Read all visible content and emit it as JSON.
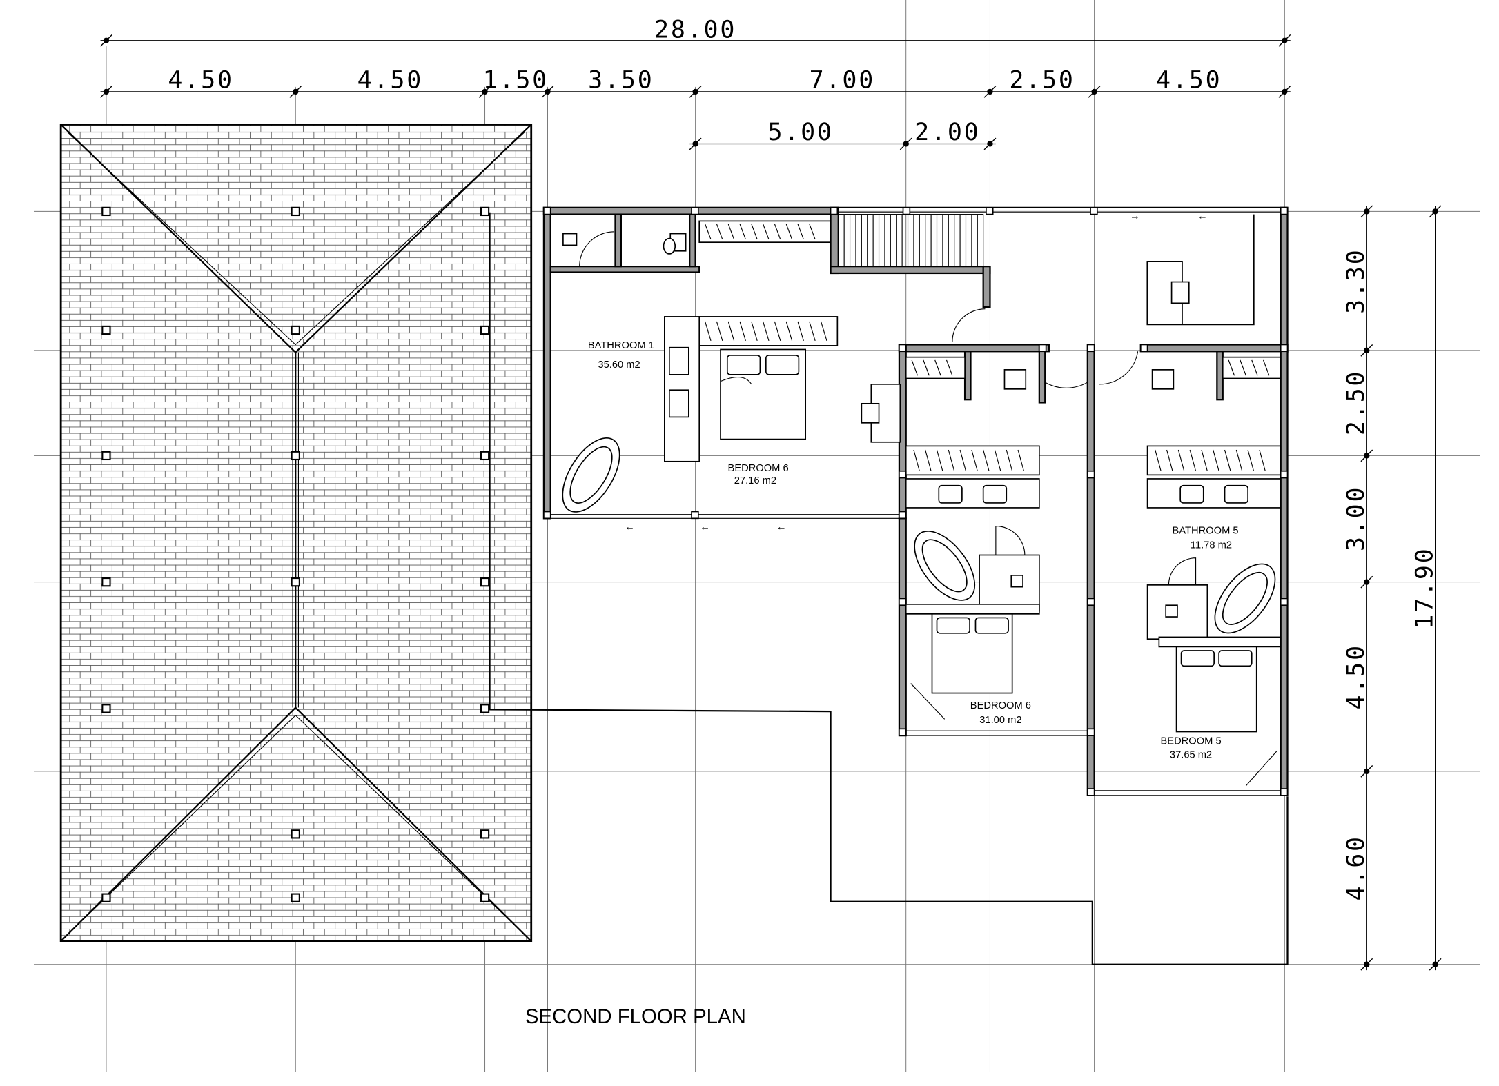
{
  "title": "SECOND FLOOR PLAN",
  "dimensions": {
    "overall_width": "28.00",
    "top_row": [
      "4.50",
      "4.50",
      "1.50",
      "3.50",
      "7.00",
      "2.50",
      "4.50"
    ],
    "sub_row": [
      "5.00",
      "2.00"
    ],
    "right_column": [
      "3.30",
      "2.50",
      "3.00",
      "4.50",
      "4.60"
    ],
    "overall_depth": "17.90"
  },
  "rooms": {
    "bathroom_1": {
      "name": "BATHROOM 1",
      "area": "35.60 m2"
    },
    "bedroom_6_master": {
      "name": "BEDROOM 6",
      "area": "27.16 m2"
    },
    "bedroom_6_center": {
      "name": "BEDROOM 6",
      "area": "31.00 m2"
    },
    "bathroom_5": {
      "name": "BATHROOM 5",
      "area": "11.78 m2"
    },
    "bedroom_5": {
      "name": "BEDROOM 5",
      "area": "37.65 m2"
    }
  },
  "door_arrows": [
    "→",
    "←",
    "←",
    "←",
    "←"
  ]
}
